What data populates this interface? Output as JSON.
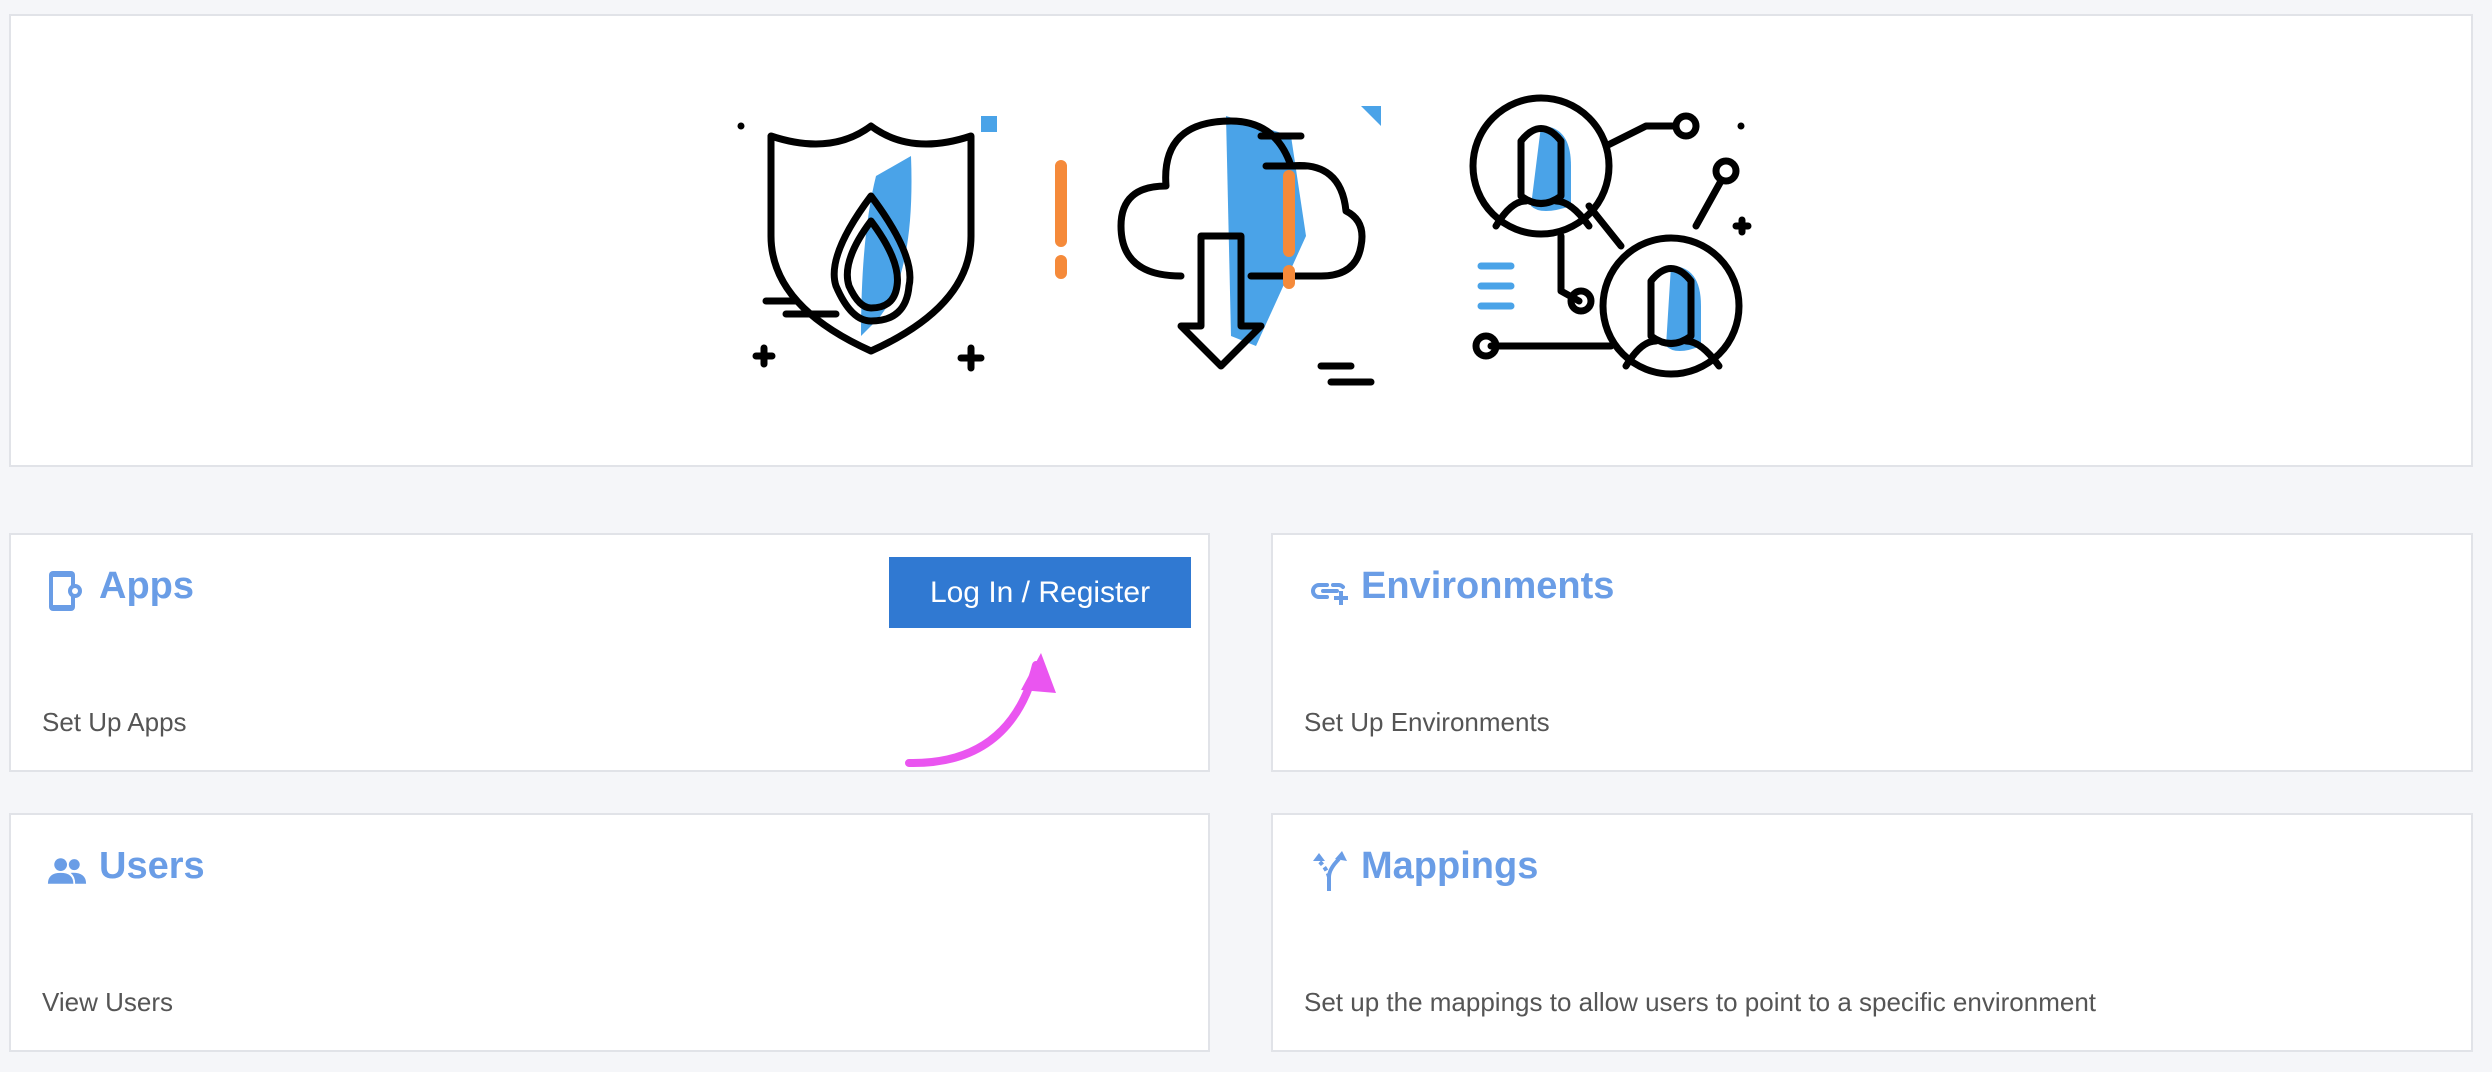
{
  "colors": {
    "accent": "#6a9de6",
    "button": "#3079d2",
    "annotation": "#ea55f0",
    "illustration_blue": "#4aa3e8",
    "illustration_orange": "#f58a3a"
  },
  "banner": {
    "icons": [
      "shield-drop-icon",
      "cloud-download-icon",
      "user-network-icon"
    ]
  },
  "cards": [
    {
      "title": "Apps",
      "subtitle": "Set Up Apps",
      "icon": "app-settings-icon"
    },
    {
      "title": "Environments",
      "subtitle": "Set Up Environments",
      "icon": "link-add-icon"
    },
    {
      "title": "Users",
      "subtitle": "View Users",
      "icon": "users-icon"
    },
    {
      "title": "Mappings",
      "subtitle": "Set up the mappings to allow users to point to a specific environment",
      "icon": "fork-arrows-icon"
    }
  ],
  "login_button": "Log In / Register"
}
